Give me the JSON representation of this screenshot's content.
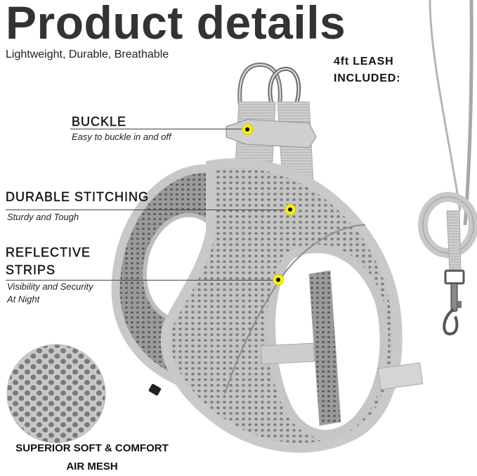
{
  "header": {
    "title": "Product details",
    "subtitle": "Lightweight, Durable, Breathable"
  },
  "leash": {
    "label_line1": "4ft LEASH",
    "label_line2": "INCLUDED:"
  },
  "features": [
    {
      "title": "BUCKLE",
      "description": "Easy to buckle in and off"
    },
    {
      "title": "DURABLE STITCHING",
      "description": "Sturdy and Tough"
    },
    {
      "title_line1": "REFLECTIVE",
      "title_line2": "STRIPS",
      "description_line1": "Visibility and Security",
      "description_line2": "At Night"
    }
  ],
  "mesh": {
    "line1": "SUPERIOR SOFT & COMFORT",
    "line2": "AIR MESH"
  },
  "colors": {
    "pin_yellow": "#f5ef1a",
    "harness_gray": "#b9b9b9",
    "title_gray": "#333333"
  }
}
